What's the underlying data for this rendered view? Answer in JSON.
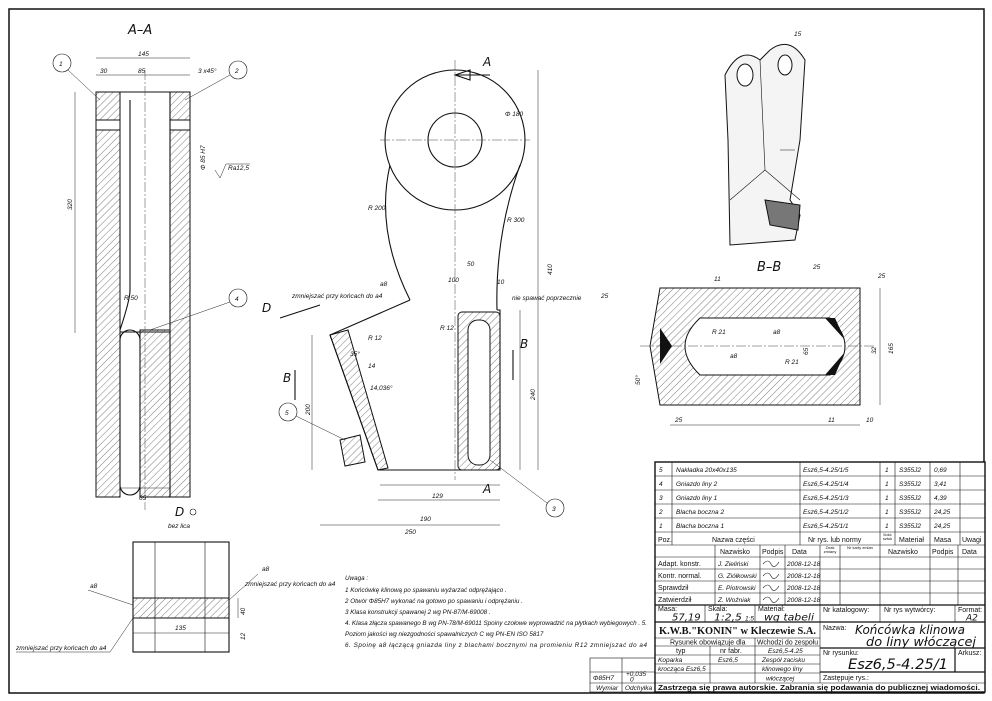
{
  "views": {
    "section_aa": {
      "label": "A–A",
      "dims": [
        "145",
        "30",
        "85",
        "3 x45°",
        "Φ 85 H7",
        "Ra12,5",
        "320",
        "R 50",
        "65"
      ],
      "balloons": [
        "1",
        "2",
        "4"
      ]
    },
    "main": {
      "section_mark": "A",
      "section_mark_bottom": "A",
      "b_mark": "B",
      "b_mark_left": "B",
      "d_mark": "D",
      "dims": [
        "Φ 180",
        "R 200",
        "R 300",
        "50",
        "100",
        "10",
        "R 12",
        "R 12",
        "129",
        "190",
        "250",
        "240",
        "410",
        "200",
        "14",
        "14,036°",
        "35°"
      ],
      "notes": [
        "nie spawać poprzecznie",
        "zmniejszać przy końcach do a4",
        "a8"
      ],
      "balloons": [
        "5",
        "3"
      ]
    },
    "view_d": {
      "label": "D",
      "sublabel": "bez lica",
      "dims": [
        "135",
        "40",
        "12",
        "a8",
        "a8"
      ],
      "notes": [
        "zmniejszać przy końcach do a4",
        "zmniejszać przy końcach do a4"
      ]
    },
    "section_bb": {
      "label": "B–B",
      "dims": [
        "11",
        "25",
        "25",
        "25",
        "50°",
        "R 21",
        "R 21",
        "a8",
        "a8",
        "65",
        "32",
        "165",
        "25",
        "11",
        "10"
      ]
    },
    "iso": {
      "label": "15"
    }
  },
  "notes": {
    "title": "Uwaga :",
    "items": [
      "1 Końcówkę klinową po spawaniu wyżarzać odprężająco .",
      "2 Otwór  Φ85H7 wykonać na gotowo po spawaniu i odprężaniu .",
      "3 Klasa konstrukcji spawanej 2 wg PN-87/M-69008 .",
      "4. Klasa złącza spawanego B wg PN-78/M-69011 Spoiny czołowe wyprowadzić na płytkach wybiegowych . 5.",
      "Poziom jakości wg niezgodności spawalniczych C wg PN-EN ISO 5817",
      "6. Spoinę a8     łączącą gniazda liny z blachami bocznymi na promieniu R12 zmniejszać do a4"
    ]
  },
  "parts": [
    {
      "poz": "5",
      "name": "Nakładka 20x40x135",
      "nr": "Esz6,5-4.25/1/5",
      "qty": "1",
      "material": "S355J2",
      "masa": "0,69",
      "uwagi": ""
    },
    {
      "poz": "4",
      "name": "Gniazdo liny 2",
      "nr": "Esz6,5-4.25/1/4",
      "qty": "1",
      "material": "S355J2",
      "masa": "3,41",
      "uwagi": ""
    },
    {
      "poz": "3",
      "name": "Gniazdo liny 1",
      "nr": "Esz6,5-4.25/1/3",
      "qty": "1",
      "material": "S355J2",
      "masa": "4,39",
      "uwagi": ""
    },
    {
      "poz": "2",
      "name": "Blacha boczna 2",
      "nr": "Esz6,5-4.25/1/2",
      "qty": "1",
      "material": "S355J2",
      "masa": "24,25",
      "uwagi": ""
    },
    {
      "poz": "1",
      "name": "Blacha boczna 1",
      "nr": "Esz6,5-4.25/1/1",
      "qty": "1",
      "material": "S355J2",
      "masa": "24,25",
      "uwagi": ""
    }
  ],
  "parts_header": {
    "poz": "Poz.",
    "name": "Nazwa części",
    "nr": "Nr rys. lub normy",
    "qty": "Ilość sztuk",
    "material": "Materiał",
    "masa": "Masa",
    "uwagi": "Uwagi"
  },
  "signatures": {
    "header": {
      "nazwisko": "Nazwisko",
      "podpis": "Podpis",
      "data": "Data",
      "zmiany": "Znak zmiany",
      "karty": "Nr karty zmian",
      "nazwisko2": "Nazwisko",
      "podpis2": "Podpis",
      "data2": "Data"
    },
    "rows": [
      {
        "role": "Adapt. konstr.",
        "name": "J. Zieliński",
        "date": "2008-12-18"
      },
      {
        "role": "Kontr. normal.",
        "name": "G. Ziółkowski",
        "date": "2008-12-18"
      },
      {
        "role": "Sprawdził",
        "name": "E. Piotrowski",
        "date": "2008-12-18"
      },
      {
        "role": "Zatwierdził",
        "name": "Z. Woźniak",
        "date": "2008-12-18"
      }
    ]
  },
  "title_block": {
    "masa_label": "Masa:",
    "masa": "57,19",
    "skala_label": "Skala:",
    "skala": "1:2,5",
    "skala_sub": "1:5",
    "material_label": "Materiał:",
    "material": "wg tabeli",
    "katalog_label": "Nr katalogowy:",
    "wytworcy_label": "Nr rys wytwórcy:",
    "format_label": "Format:",
    "format": "A2",
    "company": "K.W.B.\"KONIN\" w Kleczewie S.A.",
    "nazwa_label": "Nazwa:",
    "nazwa_1": "Końcówka klinowa",
    "nazwa_2": "do liny włóczącej",
    "obowiazuje": "Rysunek obowiązuje dla",
    "wchodzi": "Wchodzi do zespołu",
    "typ_label": "typ",
    "fabr_label": "nr fabr.",
    "zespol_nr": "Esz6,5-4.25",
    "typ_1": "Koparka",
    "typ_2": "krocząca Esz6,5",
    "fabr": "Esz6,5",
    "zespol_1": "Zespół zacisku",
    "zespol_2": "klinowego liny",
    "zespol_3": "włóczącej",
    "nr_rys_label": "Nr rysunku:",
    "nr_rys": "Esz6,5-4.25/1",
    "arkusz_label": "Arkusz:",
    "zastepuje": "Zastępuje rys.:",
    "copyright": "Zastrzega się prawa autorskie. Zabrania się podawania do publicznej wiadomości."
  },
  "tolerance": {
    "dim": "Φ85H7",
    "dev_top": "+0,035",
    "dev_bot": "0",
    "wymiar": "Wymiar",
    "odchylka": "Odchyłka"
  }
}
